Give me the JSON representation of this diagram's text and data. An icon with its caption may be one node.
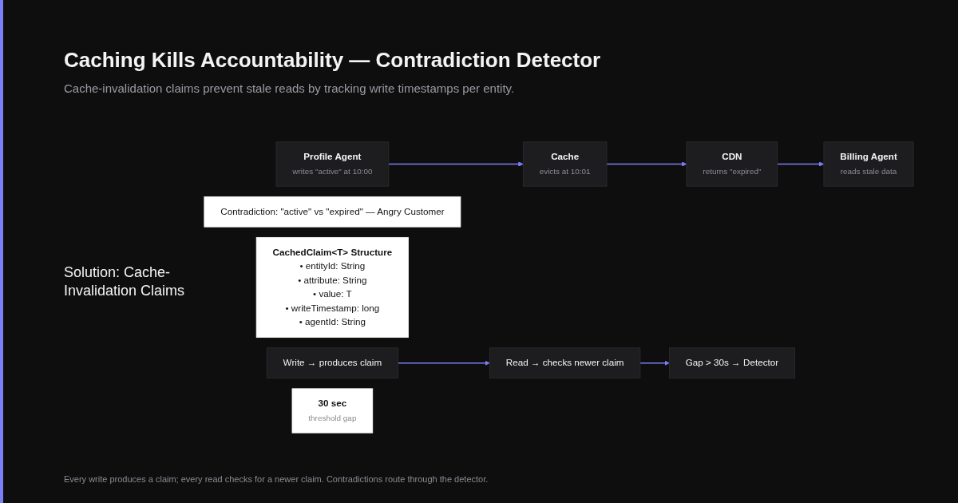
{
  "diagram": {
    "title": "Caching Kills Accountability — Contradiction Detector",
    "caption": "Every write produces a claim; every read checks for a newer claim. Contradictions route through the detector.",
    "nodes": [
      {
        "text": [
          "Profile Agent",
          "writes \"active\" at 10:00"
        ]
      },
      {
        "text": [
          "Cache",
          "evicts at 10:01"
        ]
      },
      {
        "text": [
          "CDN",
          "returns \"expired\""
        ]
      },
      {
        "text": [
          "Billing Agent",
          "reads stale data"
        ]
      },
      {
        "text": [
          "Contradiction: \"active\" vs \"expired\" — Angry Customer"
        ]
      },
      {
        "text": [
          "CachedClaim<T> Structure",
          "• entityId: String",
          "• attribute: String",
          "• value: T",
          "• writeTimestamp: long",
          "• agentId: String"
        ]
      },
      {
        "text": [
          "Write → produces claim"
        ]
      },
      {
        "text": [
          "Read → checks newer claim"
        ]
      },
      {
        "text": [
          "30 sec",
          "threshold gap"
        ]
      },
      {
        "text": [
          "Gap > 30s → Detector"
        ]
      }
    ],
    "edges": [
      {
        "from": 0,
        "to": 1,
        "arrow": "to"
      },
      {
        "from": 1,
        "to": 2,
        "arrow": "to"
      },
      {
        "from": 2,
        "to": 3,
        "arrow": "to"
      },
      {
        "from": 6,
        "to": 7,
        "arrow": "to"
      },
      {
        "from": 7,
        "to": 9,
        "arrow": "to"
      }
    ],
    "labels": [
      "Cache-invalidation claims prevent stale reads by tracking write timestamps per entity.",
      "Solution: Cache-Invalidation Claims"
    ]
  }
}
